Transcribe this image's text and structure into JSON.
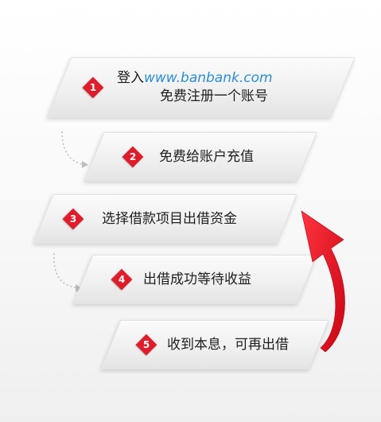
{
  "steps": [
    {
      "number": "1",
      "lines": [
        {
          "prefix": "登入",
          "link": "www.banbank.com"
        },
        {
          "text": "免费注册一个账号"
        }
      ]
    },
    {
      "number": "2",
      "text": "免费给账户充值"
    },
    {
      "number": "3",
      "text": "选择借款项目出借资金"
    },
    {
      "number": "4",
      "text": "出借成功等待收益"
    },
    {
      "number": "5",
      "text": "收到本息，可再出借"
    }
  ],
  "colors": {
    "badge": "#e21b2a",
    "link": "#2a8ed4",
    "return_arrow": "#e8101c",
    "connector": "#b8b8b8"
  },
  "icons": {
    "badge_shape": "red-diamond-icon",
    "connector": "dotted-curved-arrow-icon",
    "return": "red-curved-arrow-icon"
  }
}
